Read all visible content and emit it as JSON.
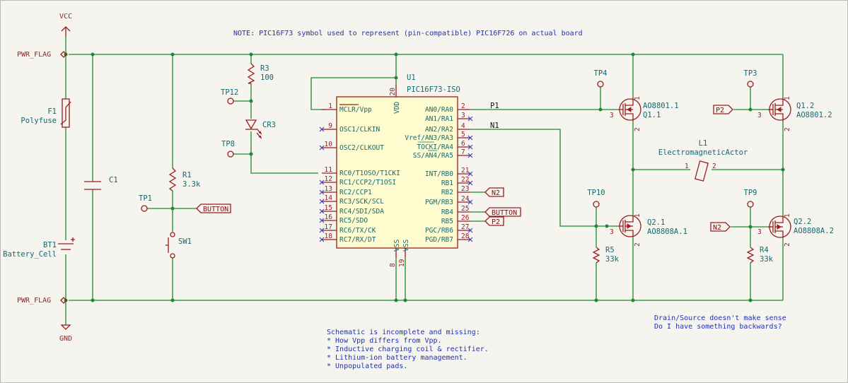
{
  "notes": {
    "top": "NOTE: PIC16F73 symbol used to represent (pin-compatible) PIC16F726 on actual board",
    "incomplete": [
      "Schematic is incomplete and missing:",
      "* How Vpp differs from Vpp.",
      "* Inductive charging coil & rectifier.",
      "* Lithium-ion battery management.",
      "* Unpopulated pads."
    ],
    "drain": [
      "Drain/Source doesn't make sense",
      "Do I have something backwards?"
    ]
  },
  "power": {
    "vcc": "VCC",
    "gnd": "GND",
    "flag_top": "PWR_FLAG",
    "flag_bottom": "PWR_FLAG"
  },
  "components": {
    "f1": {
      "ref": "F1",
      "value": "Polyfuse"
    },
    "c1": {
      "ref": "C1"
    },
    "bt1": {
      "ref": "BT1",
      "value": "Battery_Cell"
    },
    "r1": {
      "ref": "R1",
      "value": "3.3k"
    },
    "sw1": {
      "ref": "SW1"
    },
    "tp1": {
      "ref": "TP1"
    },
    "r3": {
      "ref": "R3",
      "value": "100"
    },
    "tp12": {
      "ref": "TP12"
    },
    "cr3": {
      "ref": "CR3"
    },
    "tp8": {
      "ref": "TP8"
    },
    "u1": {
      "ref": "U1",
      "value": "PIC16F73-ISO"
    },
    "tp4": {
      "ref": "TP4"
    },
    "q11": {
      "ref": "AO8801.1",
      "value": "Q1.1"
    },
    "tp3": {
      "ref": "TP3"
    },
    "q12": {
      "ref": "Q1.2",
      "value": "AO8801.2"
    },
    "l1": {
      "ref": "L1",
      "value": "ElectromagneticActor"
    },
    "tp10": {
      "ref": "TP10"
    },
    "q21": {
      "ref": "Q2.1",
      "value": "AO8808A.1"
    },
    "r5": {
      "ref": "R5",
      "value": "33k"
    },
    "tp9": {
      "ref": "TP9"
    },
    "q22": {
      "ref": "Q2.2",
      "value": "AO8808A.2"
    },
    "r4": {
      "ref": "R4",
      "value": "33k"
    }
  },
  "u1_pins": {
    "left": [
      {
        "num": "1",
        "name": "MCLR/Vpp"
      },
      {
        "num": "9",
        "name": "OSC1/CLKIN"
      },
      {
        "num": "10",
        "name": "OSC2/CLKOUT"
      },
      {
        "num": "11",
        "name": "RC0/T1OSO/T1CKI"
      },
      {
        "num": "12",
        "name": "RC1/CCP2/T1OSI"
      },
      {
        "num": "13",
        "name": "RC2/CCP1"
      },
      {
        "num": "14",
        "name": "RC3/SCK/SCL"
      },
      {
        "num": "15",
        "name": "RC4/SDI/SDA"
      },
      {
        "num": "16",
        "name": "RC5/SDO"
      },
      {
        "num": "17",
        "name": "RC6/TX/CK"
      },
      {
        "num": "18",
        "name": "RC7/RX/DT"
      }
    ],
    "right": [
      {
        "num": "2",
        "name": "AN0/RA0"
      },
      {
        "num": "3",
        "name": "AN1/RA1"
      },
      {
        "num": "4",
        "name": "AN2/RA2"
      },
      {
        "num": "5",
        "name": "Vref/AN3/RA3"
      },
      {
        "num": "6",
        "name": "TOCKI/RA4"
      },
      {
        "num": "7",
        "name": "SS/AN4/RA5"
      },
      {
        "num": "21",
        "name": "INT/RB0"
      },
      {
        "num": "22",
        "name": "RB1"
      },
      {
        "num": "23",
        "name": "RB2"
      },
      {
        "num": "24",
        "name": "PGM/RB3"
      },
      {
        "num": "25",
        "name": "RB4"
      },
      {
        "num": "26",
        "name": "RB5"
      },
      {
        "num": "27",
        "name": "PGC/RB6"
      },
      {
        "num": "28",
        "name": "PGD/RB7"
      }
    ],
    "top": {
      "num": "20",
      "name": "VDD"
    },
    "bottom": [
      {
        "num": "8",
        "name": "VSS"
      },
      {
        "num": "19",
        "name": "VSS"
      }
    ]
  },
  "nets": {
    "p1": "P1",
    "n1": "N1"
  },
  "labels": {
    "button_sw": "BUTTON",
    "n2_u1": "N2",
    "button_u1": "BUTTON",
    "p2_u1": "P2",
    "p2_q12": "P2",
    "n2_q22": "N2"
  },
  "pin_numbers": {
    "l1_a": "1",
    "l1_b": "2",
    "q11_g": "3",
    "q11_d": "1",
    "q11_s": "2",
    "q12_g": "3",
    "q12_d": "1",
    "q12_s": "2",
    "q21_g": "3",
    "q21_d": "1",
    "q21_s": "2",
    "q22_g": "3",
    "q22_d": "1",
    "q22_s": "2"
  },
  "colors": {
    "wire": "#1f8a2d",
    "symbol": "#9a1d1d",
    "body": "#fffdcf",
    "reference": "#146970",
    "note": "#2030b0",
    "background": "#f5f4ef"
  }
}
